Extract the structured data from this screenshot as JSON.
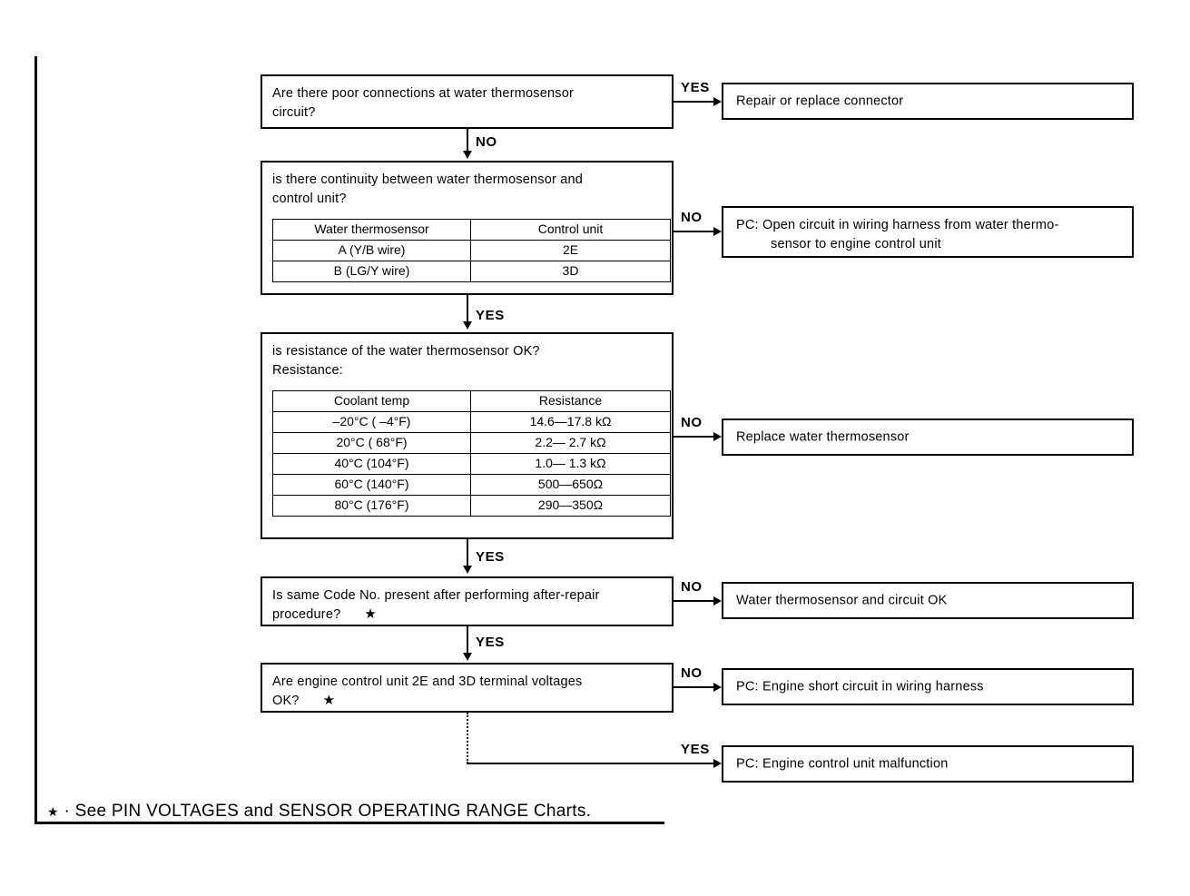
{
  "document": {
    "title": "Water Thermosensor Troubleshooting Flowchart"
  },
  "decisions": [
    {
      "id": "poor-connections",
      "text": "Are there poor connections at water thermosensor\ncircuit?"
    },
    {
      "id": "continuity",
      "text": "is there continuity between water thermosensor and\ncontrol unit?"
    },
    {
      "id": "resistance",
      "text": "is resistance of the water thermosensor OK?\nResistance:"
    },
    {
      "id": "same-code",
      "text": "Is same Code No. present after performing after-repair\nprocedure?",
      "star": "★"
    },
    {
      "id": "terminal-voltages",
      "text": "Are engine control unit 2E and 3D terminal voltages\nOK?",
      "star": "★"
    }
  ],
  "results": [
    {
      "id": "repair-connector",
      "text": "Repair or replace connector"
    },
    {
      "id": "open-circuit",
      "line1": "PC: Open circuit in wiring harness from water thermo-",
      "line2": "sensor to engine control unit"
    },
    {
      "id": "replace-sensor",
      "text": "Replace water thermosensor"
    },
    {
      "id": "circuit-ok",
      "text": "Water thermosensor and circuit OK"
    },
    {
      "id": "short-circuit",
      "text": "PC: Engine short circuit in wiring harness"
    },
    {
      "id": "ecu-malfunction",
      "text": "PC: Engine control unit malfunction"
    }
  ],
  "edge_labels": {
    "yes": "YES",
    "no": "NO"
  },
  "continuity_table": {
    "headers": [
      "Water thermosensor",
      "Control unit"
    ],
    "rows": [
      [
        "A (Y/B wire)",
        "2E"
      ],
      [
        "B (LG/Y wire)",
        "3D"
      ]
    ]
  },
  "resistance_table": {
    "headers": [
      "Coolant temp",
      "Resistance"
    ],
    "rows": [
      [
        "–20°C ( –4°F)",
        "14.6—17.8 kΩ"
      ],
      [
        "20°C ( 68°F)",
        "2.2— 2.7 kΩ"
      ],
      [
        "40°C (104°F)",
        "1.0— 1.3 kΩ"
      ],
      [
        "60°C (140°F)",
        "500—650Ω"
      ],
      [
        "80°C (176°F)",
        "290—350Ω"
      ]
    ]
  },
  "footnote": {
    "star": "★",
    "text": " · See PIN VOLTAGES and SENSOR OPERATING RANGE Charts."
  },
  "colors": {
    "ink": "#000000",
    "paper": "#ffffff"
  }
}
